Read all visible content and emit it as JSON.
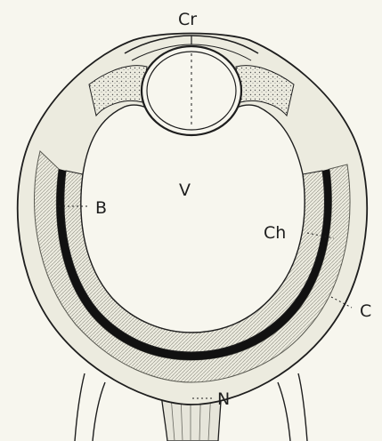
{
  "labels": {
    "cornea": "Cr",
    "vitreous": "V",
    "retina": "B",
    "choroid": "Ch",
    "capsule": "C",
    "nerve": "N"
  },
  "colors": {
    "paper": "#f7f6ee",
    "ink": "#1e1e1e",
    "shade": "#d9d8cc",
    "pigment": "#111111"
  }
}
